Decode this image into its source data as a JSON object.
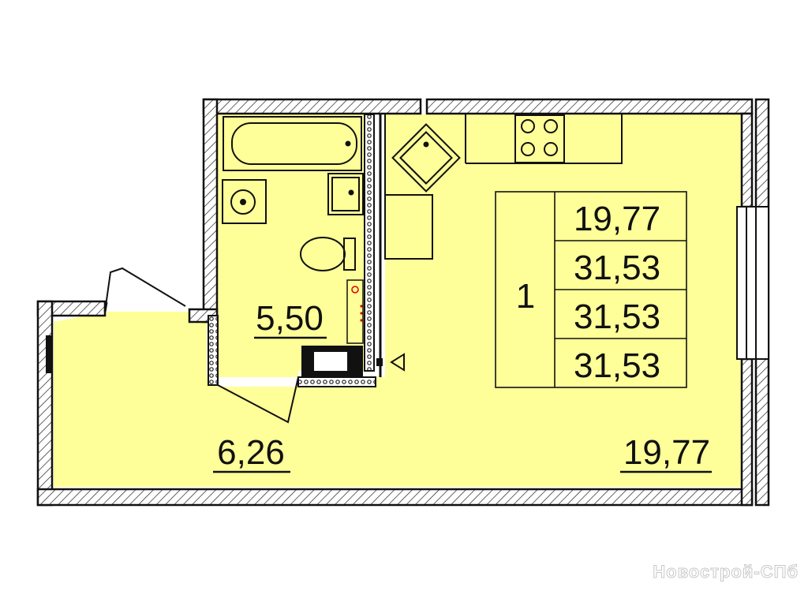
{
  "plan": {
    "fill_color": "#ffff99",
    "wall_color": "#111111",
    "room_areas": {
      "bathroom": "5,50",
      "hall": "6,26",
      "living": "19,77"
    },
    "table": {
      "rooms_count": "1",
      "living_area": "19,77",
      "total_area": "31,53",
      "area_2": "31,53",
      "area_3": "31,53"
    },
    "fixtures": [
      "bathtub-icon",
      "washing-machine-icon",
      "sink-icon",
      "toilet-icon",
      "kitchen-sink-icon",
      "stove-icon",
      "riser-icon",
      "radiator-icon",
      "entrance-arrow-icon"
    ]
  },
  "watermark": "Новострой-СПб"
}
